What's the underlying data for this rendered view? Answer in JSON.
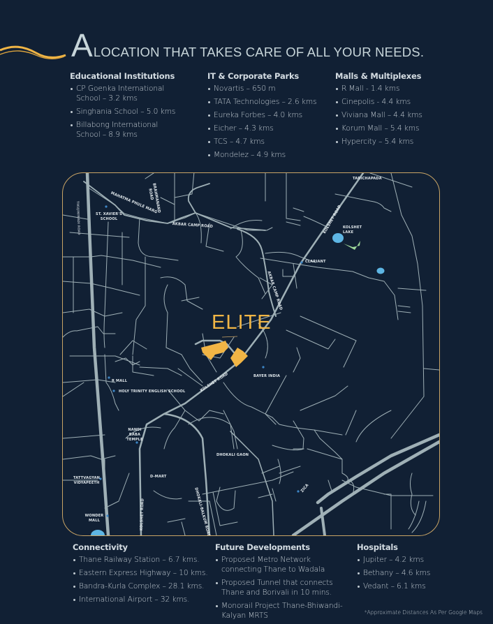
{
  "header": {
    "title_initial": "A",
    "title_rest": "LOCATION THAT TAKES CARE OF ALL YOUR NEEDS."
  },
  "top_sections": [
    {
      "heading": "Educational Institutions",
      "items": [
        "CP Goenka  International School – 3.2 kms",
        "Singhania School – 5.0 kms",
        "Billabong International School – 8.9 kms"
      ]
    },
    {
      "heading": "IT & Corporate Parks",
      "items": [
        "Novartis – 650 m",
        "TATA Technologies – 2.6 kms",
        "Eureka Forbes – 4.0 kms",
        "Eicher – 4.3 kms",
        "TCS – 4.7 kms",
        "Mondelez – 4.9 kms"
      ]
    },
    {
      "heading": "Malls & Multiplexes",
      "items": [
        "R Mall - 1.4 kms",
        "Cinepolis - 4.4 kms",
        "Viviana Mall – 4.4 kms",
        "Korum Mall – 5.4 kms",
        "Hypercity – 5.4 kms"
      ]
    }
  ],
  "map": {
    "project_name": "ELITE",
    "colors": {
      "frame": "#c9a465",
      "road": "#9fb0b6",
      "water": "#5eb6e4",
      "park": "#9fd89a",
      "site": "#f1b545",
      "background": "#112034"
    },
    "labels": {
      "st_xaviers": "ST. XAVIER'S SCHOOL",
      "mahatma_phule": "MAHATMA PHULE MARG",
      "brahmanand": "BRAHMANAND ROAD",
      "akbar_camp_top": "AKBAR CAMP ROAD",
      "akbar_camp_diag": "AKBAR CAMP ROAD",
      "tikujiniwadi": "TIKUJINIWADI ROAD",
      "kolshet_road_ne": "KOLSHET ROAD",
      "kolshet_lake": "KOLSHET LAKE",
      "tarichapada": "TARICHAPADA",
      "clariant": "CLARIANT",
      "bayer": "BAYER INDIA",
      "kolshet_road_sw": "KOLSHET ROAD",
      "r_mall": "R MALL",
      "holy_trinity": "HOLY TRINITY ENGLISH SCHOOL",
      "nandi_baba": "NANDI BABA TEMPLE",
      "dhokali_gaon": "DHOKALI GAON",
      "tattvagyan": "TATTVAGYAN VIDYAPEETH",
      "d_mart": "D-MART",
      "wonder_mall": "WONDER MALL",
      "kolshet_road_s": "KOLSHET ROAD",
      "dhokali_balkum": "DHOKALI-BALKUM ROAD",
      "zica": "ZICA"
    }
  },
  "bottom_sections": [
    {
      "heading": "Connectivity",
      "items": [
        "Thane Railway Station – 6.7 kms.",
        "Eastern Express Highway – 10 kms.",
        "Bandra-Kurla Complex – 28.1 kms.",
        "International Airport – 32 kms."
      ]
    },
    {
      "heading": "Future Developments",
      "items": [
        "Proposed Metro Network connecting Thane to Wadala",
        "Proposed Tunnel that connects Thane and Borivali in 10 mins.",
        "Monorail Project Thane-Bhiwandi-Kalyan MRTS"
      ]
    },
    {
      "heading": "Hospitals",
      "items": [
        "Jupiter – 4.2 kms",
        "Bethany – 4.6 kms",
        "Vedant – 6.1 kms"
      ]
    }
  ],
  "footnote": "*Approximate Distances As Per Google Maps"
}
